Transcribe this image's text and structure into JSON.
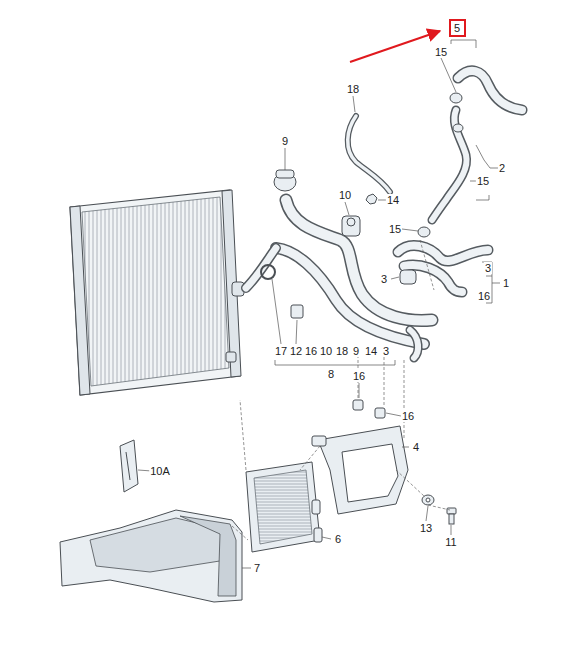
{
  "diagram": {
    "nodes": [
      {
        "text": [
          "5"
        ]
      }
    ],
    "labels": [
      "15",
      "18",
      "2",
      "15",
      "9",
      "10",
      "14",
      "15",
      "3",
      "1",
      "16",
      "3",
      "17",
      "12",
      "16",
      "10",
      "18",
      "9",
      "14",
      "3",
      "8",
      "16",
      "16",
      "4",
      "10A",
      "6",
      "13",
      "11",
      "7"
    ]
  }
}
